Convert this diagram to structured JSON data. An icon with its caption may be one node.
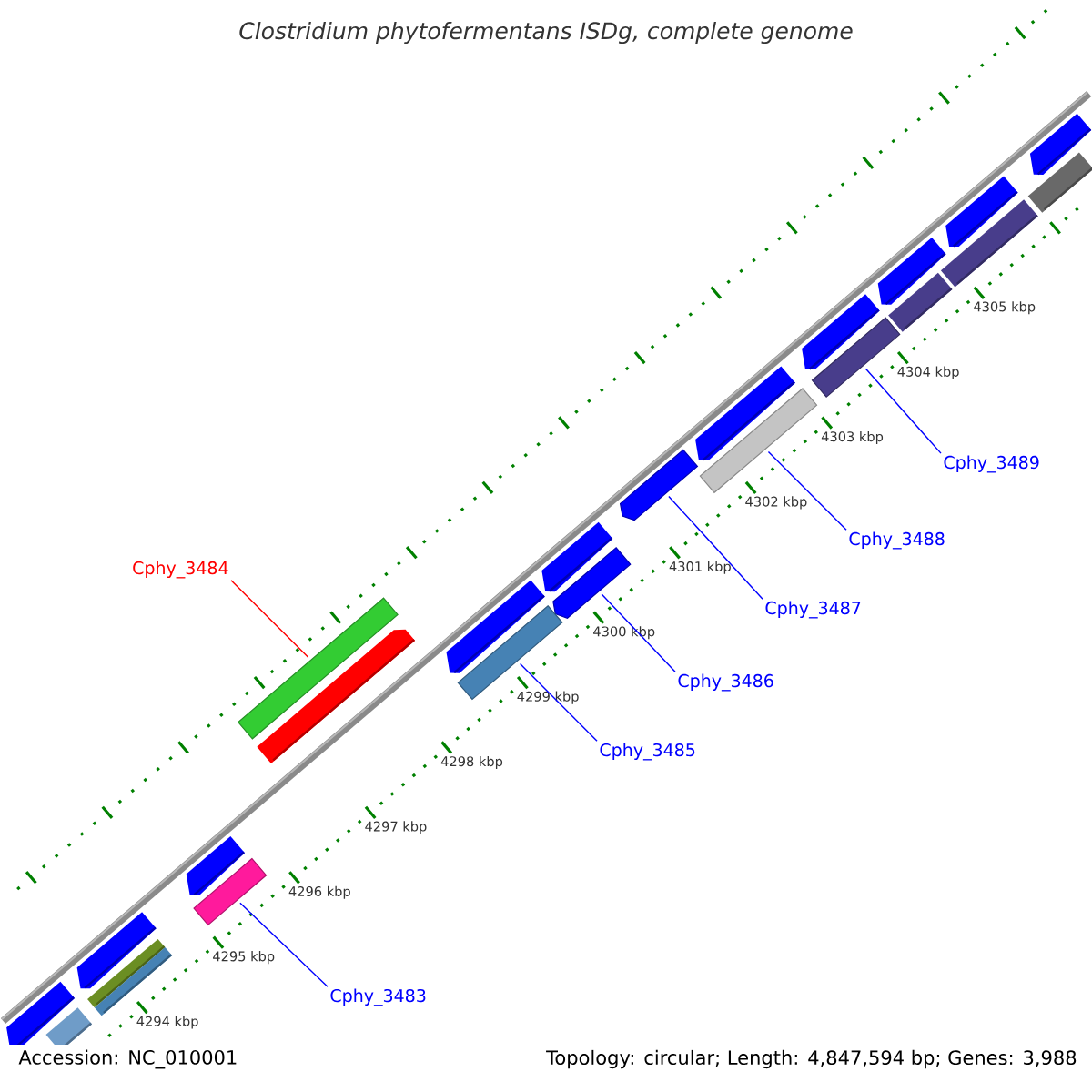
{
  "diagram": {
    "title": "Clostridium phytofermentans ISDg, complete genome",
    "nodes": [
      {
        "text": [
          "Cphy_3489"
        ]
      },
      {
        "text": [
          "Cphy_3488"
        ]
      },
      {
        "text": [
          "Cphy_3484"
        ]
      },
      {
        "text": [
          "Cphy_3487"
        ]
      },
      {
        "text": [
          "Cphy_3486"
        ]
      },
      {
        "text": [
          "Cphy_3485"
        ]
      },
      {
        "text": [
          "Cphy_3483"
        ]
      },
      {
        "text": [],
        "shape": "bar"
      },
      {
        "text": [],
        "shape": "bar"
      },
      {
        "text": [],
        "shape": "bar"
      },
      {
        "text": [],
        "shape": "arrow"
      },
      {
        "text": [],
        "shape": "arrow"
      },
      {
        "text": [],
        "shape": "bar"
      },
      {
        "text": [],
        "shape": "bar"
      }
    ],
    "edges": [
      {
        "from": 0,
        "to": 7,
        "arrow": "none"
      },
      {
        "from": 1,
        "to": 8,
        "arrow": "none"
      },
      {
        "from": 2,
        "to": 9,
        "arrow": "none",
        "color": "#ff0000"
      },
      {
        "from": 3,
        "to": 10,
        "arrow": "none"
      },
      {
        "from": 4,
        "to": 11,
        "arrow": "none"
      },
      {
        "from": 5,
        "to": 12,
        "arrow": "none"
      },
      {
        "from": 6,
        "to": 13,
        "arrow": "none"
      }
    ],
    "labels": [
      "4305 kbp",
      "4304 kbp",
      "4303 kbp",
      "4302 kbp",
      "4301 kbp",
      "4300 kbp",
      "4299 kbp",
      "4298 kbp",
      "4297 kbp",
      "4296 kbp",
      "4295 kbp",
      "4294 kbp",
      "Accession: NC_010001",
      "Topology: circular; Length: 4,847,594 bp; Genes: 3,988"
    ]
  }
}
